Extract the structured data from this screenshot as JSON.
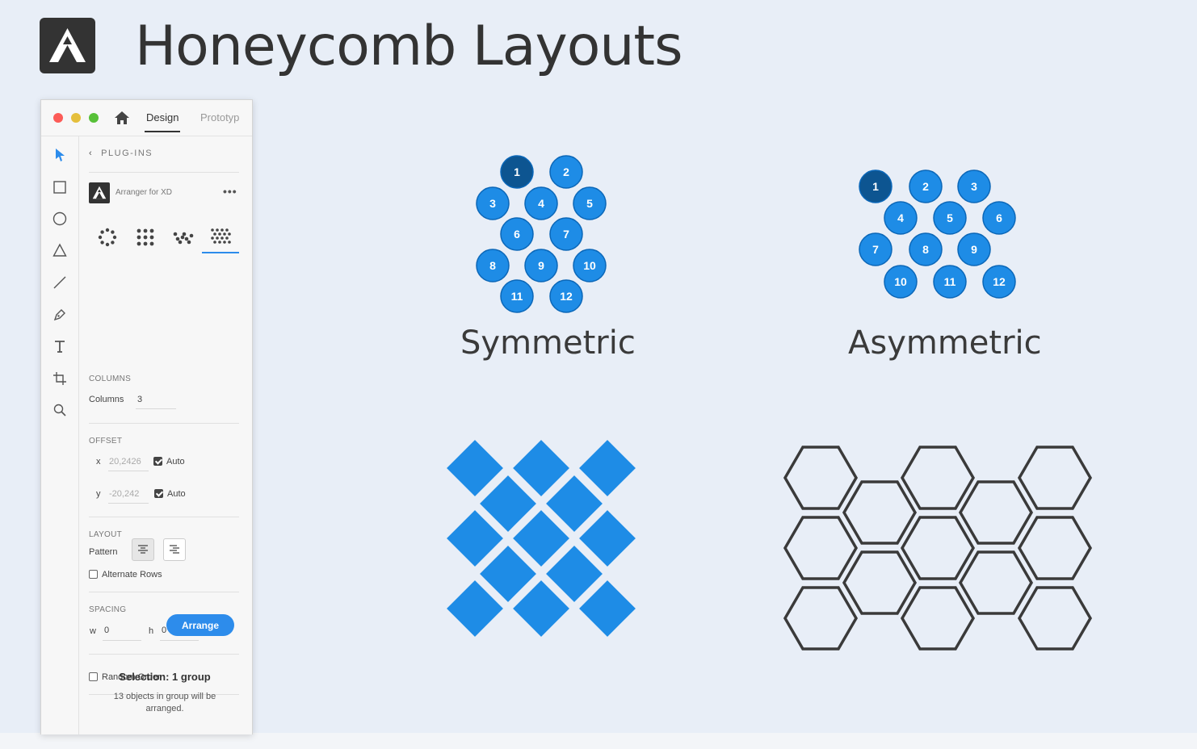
{
  "page": {
    "title": "Honeycomb Layouts"
  },
  "app": {
    "tabs": {
      "design": "Design",
      "prototype": "Prototyp"
    },
    "back_label": "PLUG-INS",
    "plugin_name": "Arranger for XD",
    "more": "•••",
    "columns": {
      "section": "COLUMNS",
      "label": "Columns",
      "value": "3"
    },
    "offset": {
      "section": "OFFSET",
      "x_label": "x",
      "x_value": "20,2426",
      "x_auto": "Auto",
      "y_label": "y",
      "y_value": "-20,242",
      "y_auto": "Auto"
    },
    "layout": {
      "section": "LAYOUT",
      "pattern_label": "Pattern",
      "alternate_rows": "Alternate Rows"
    },
    "spacing": {
      "section": "SPACING",
      "w_label": "w",
      "w_value": "0",
      "h_label": "h",
      "h_value": "0"
    },
    "random_order": "Random Order",
    "arrange_button": "Arrange",
    "selection_title": "Selection: 1 group",
    "selection_desc": "13 objects in group will be arranged."
  },
  "showcase": {
    "symmetric": {
      "label": "Symmetric",
      "numbers": [
        "1",
        "2",
        "3",
        "4",
        "5",
        "6",
        "7",
        "8",
        "9",
        "10",
        "11",
        "12"
      ]
    },
    "asymmetric": {
      "label": "Asymmetric",
      "numbers": [
        "1",
        "2",
        "3",
        "4",
        "5",
        "6",
        "7",
        "8",
        "9",
        "10",
        "11",
        "12"
      ]
    }
  },
  "colors": {
    "accent": "#1e8ce6",
    "highlight": "#0d5591",
    "background": "#e8eef7",
    "outline": "#3a3a3a"
  }
}
